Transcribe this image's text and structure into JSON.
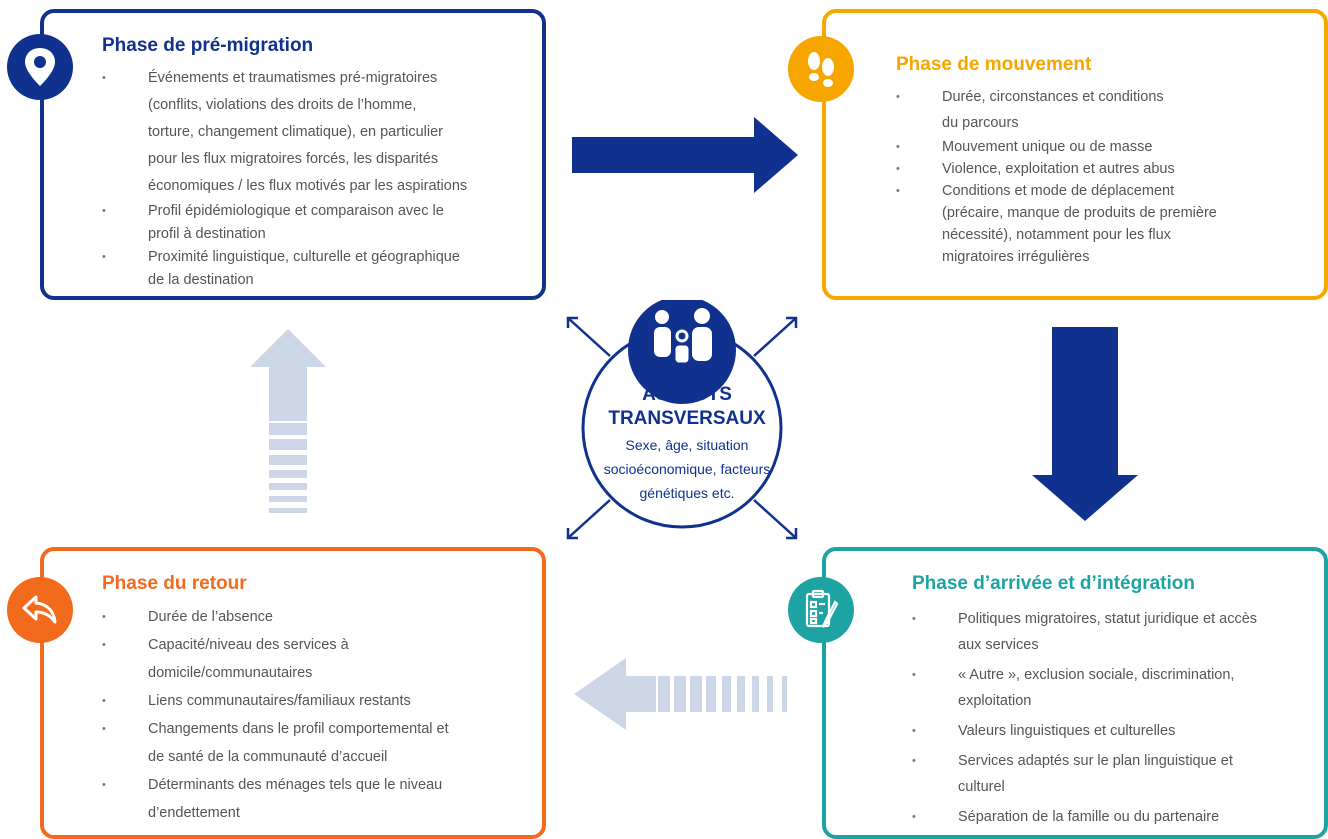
{
  "colors": {
    "navy": "#11318f",
    "gold": "#f7a600",
    "orange": "#f26b1d",
    "teal": "#1ea3a3",
    "pale_blue": "#cdd6e6"
  },
  "pre_migration": {
    "icon": "location-pin-icon",
    "title": "Phase de pré-migration",
    "items": [
      [
        "Événements et traumatismes pré-migratoires",
        "(conflits, violations des droits de l’homme,",
        "torture, changement climatique), en particulier",
        "pour les flux migratoires forcés, les disparités",
        "économiques / les flux motivés par les aspirations"
      ],
      [
        "Profil épidémiologique et comparaison avec le",
        "profil à destination"
      ],
      [
        "Proximité linguistique, culturelle et géographique",
        "de la destination"
      ]
    ]
  },
  "movement": {
    "icon": "footprints-icon",
    "title": "Phase de mouvement",
    "items": [
      [
        "Durée, circonstances et conditions",
        "du parcours"
      ],
      [
        "Mouvement unique ou de masse"
      ],
      [
        "Violence, exploitation et autres abus"
      ],
      [
        "Conditions et mode de déplacement",
        "(précaire, manque de produits de première",
        "nécessité), notamment pour les flux",
        "migratoires irrégulières"
      ]
    ]
  },
  "return": {
    "icon": "return-arrow-icon",
    "title": "Phase du retour",
    "items": [
      [
        "Durée de l’absence"
      ],
      [
        "Capacité/niveau des services à",
        "domicile/communautaires"
      ],
      [
        "Liens communautaires/familiaux restants"
      ],
      [
        "Changements dans le profil comportemental et",
        "de santé de la communauté d’accueil"
      ],
      [
        "Déterminants des ménages tels que le niveau",
        "d’endettement"
      ]
    ]
  },
  "arrival": {
    "icon": "checklist-icon",
    "title": "Phase d’arrivée et d’intégration",
    "items": [
      [
        "Politiques migratoires, statut juridique et accès",
        "aux services"
      ],
      [
        "« Autre », exclusion sociale, discrimination,",
        "exploitation"
      ],
      [
        "Valeurs linguistiques et culturelles"
      ],
      [
        "Services adaptés sur le plan linguistique et",
        "culturel"
      ],
      [
        "Séparation de la famille ou du partenaire"
      ]
    ]
  },
  "center": {
    "icon": "family-icon",
    "title_line1": "ASPECTS",
    "title_line2": "TRANSVERSAUX",
    "sub_line1": "Sexe, âge, situation",
    "sub_line2": "socioéconomique, facteurs",
    "sub_line3": "génétiques etc."
  }
}
